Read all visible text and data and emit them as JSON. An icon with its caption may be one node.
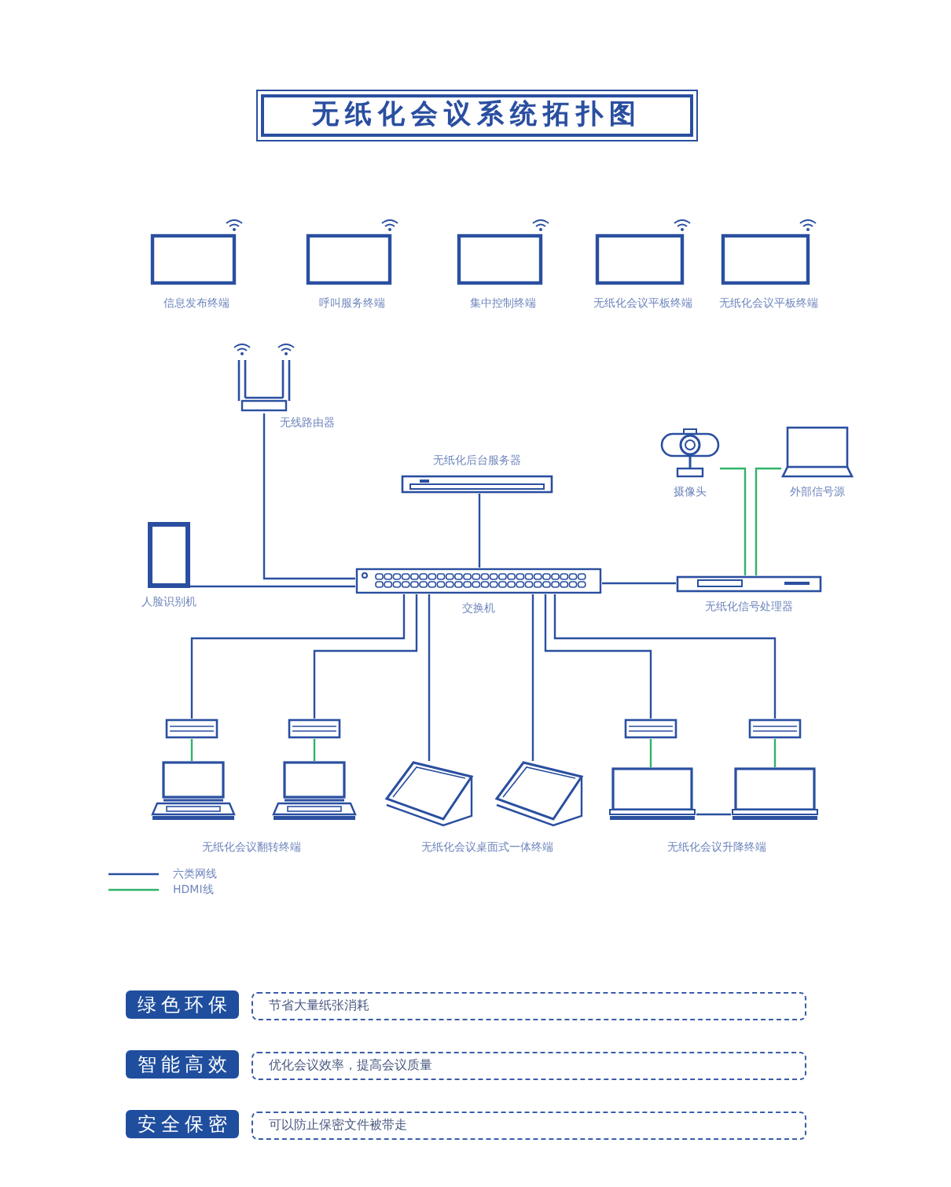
{
  "diagram": {
    "title": "无纸化会议系统拓扑图",
    "nodes": [
      {
        "text": [
          "信息发布终端"
        ]
      },
      {
        "text": [
          "呼叫服务终端"
        ]
      },
      {
        "text": [
          "集中控制终端"
        ]
      },
      {
        "text": [
          "无纸化会议平板终端"
        ]
      },
      {
        "text": [
          "无纸化会议平板终端"
        ]
      },
      {
        "text": [
          "无线路由器"
        ]
      },
      {
        "text": [
          "无纸化后台服务器"
        ]
      },
      {
        "text": [
          "摄像头"
        ]
      },
      {
        "text": [
          "外部信号源"
        ]
      },
      {
        "text": [
          "人脸识别机"
        ]
      },
      {
        "text": [
          "交换机"
        ]
      },
      {
        "text": [
          "无纸化信号处理器"
        ]
      },
      {
        "text": [],
        "shape": "box"
      },
      {
        "text": [],
        "shape": "box"
      },
      {
        "text": [],
        "shape": "box"
      },
      {
        "text": [],
        "shape": "box"
      },
      {
        "text": [],
        "shape": "monitor"
      },
      {
        "text": [],
        "shape": "monitor"
      },
      {
        "text": [],
        "shape": "tablet"
      },
      {
        "text": [],
        "shape": "tablet"
      },
      {
        "text": [],
        "shape": "laptop"
      },
      {
        "text": [],
        "shape": "laptop"
      },
      {
        "text": [
          "绿色环保"
        ]
      },
      {
        "text": [
          "节省大量纸张消耗"
        ]
      },
      {
        "text": [
          "智能高效"
        ]
      },
      {
        "text": [
          "优化会议效率，提高会议质量"
        ]
      },
      {
        "text": [
          "安全保密"
        ]
      },
      {
        "text": [
          "可以防止保密文件被带走"
        ]
      }
    ],
    "edges": [
      {
        "from": 5,
        "to": 10,
        "arrow": "none"
      },
      {
        "from": 6,
        "to": 10,
        "arrow": "none"
      },
      {
        "from": 9,
        "to": 10,
        "arrow": "none"
      },
      {
        "from": 10,
        "to": 11,
        "arrow": "none"
      },
      {
        "from": 7,
        "to": 11,
        "arrow": "none",
        "color": "#2fb36a"
      },
      {
        "from": 8,
        "to": 11,
        "arrow": "none",
        "color": "#2fb36a"
      },
      {
        "from": 10,
        "to": 12,
        "arrow": "none"
      },
      {
        "from": 10,
        "to": 13,
        "arrow": "none"
      },
      {
        "from": 10,
        "to": 18,
        "arrow": "none"
      },
      {
        "from": 10,
        "to": 19,
        "arrow": "none"
      },
      {
        "from": 10,
        "to": 14,
        "arrow": "none"
      },
      {
        "from": 10,
        "to": 15,
        "arrow": "none"
      },
      {
        "from": 12,
        "to": 16,
        "arrow": "none",
        "color": "#2fb36a"
      },
      {
        "from": 13,
        "to": 17,
        "arrow": "none",
        "color": "#2fb36a"
      },
      {
        "from": 14,
        "to": 20,
        "arrow": "none",
        "color": "#2fb36a"
      },
      {
        "from": 15,
        "to": 21,
        "arrow": "none",
        "color": "#2fb36a"
      },
      {
        "from": 20,
        "to": 21,
        "arrow": "none"
      }
    ],
    "labels": [
      "无纸化会议翻转终端",
      "无纸化会议桌面式一体终端",
      "无纸化会议升降终端"
    ],
    "legend": [
      {
        "text": "六类网线"
      },
      {
        "text": "HDMI线"
      }
    ]
  }
}
